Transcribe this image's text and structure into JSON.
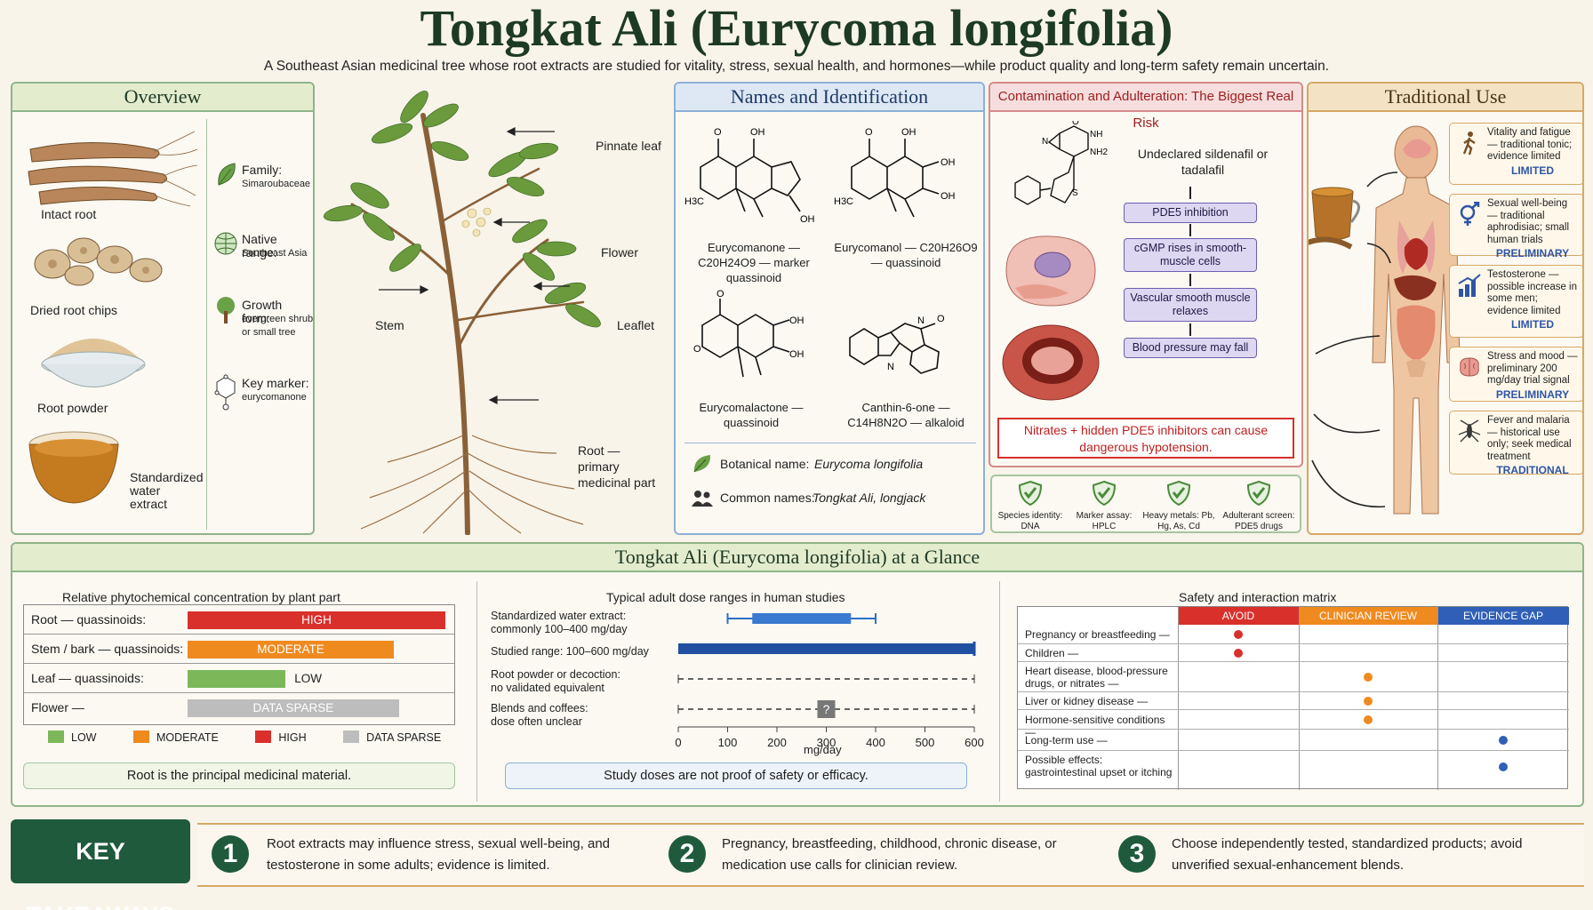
{
  "header": {
    "title": "Tongkat Ali (Eurycoma longifolia)",
    "subtitle": "A Southeast Asian medicinal tree whose root extracts are studied for vitality, stress, sexual health, and hormones—while product quality and long-term safety remain uncertain."
  },
  "overview": {
    "title": "Overview",
    "forms": [
      "Intact root",
      "Dried root chips",
      "Root powder",
      "Standardized water extract"
    ],
    "facts": [
      {
        "label": "Family:",
        "value": "Simaroubaceae",
        "icon": "leaf-icon"
      },
      {
        "label": "Native range:",
        "value": "Southeast Asia",
        "icon": "globe-icon"
      },
      {
        "label": "Growth form:",
        "value": "evergreen shrub or small tree",
        "icon": "tree-icon"
      },
      {
        "label": "Key marker:",
        "value": "eurycomanone",
        "icon": "molecule-icon"
      }
    ]
  },
  "plant": {
    "labels": {
      "pinnate_leaf": "Pinnate leaf",
      "flower": "Flower",
      "stem": "Stem",
      "leaflet": "Leaflet",
      "root": "Root — primary medicinal part"
    }
  },
  "names": {
    "title": "Names and Identification",
    "compounds": [
      {
        "caption": "Eurycomanone — C20H24O9 — marker quassinoid"
      },
      {
        "caption": "Eurycomanol — C20H26O9 — quassinoid"
      },
      {
        "caption": "Eurycomalactone — quassinoid"
      },
      {
        "caption": "Canthin-6-one — C14H8N2O — alkaloid"
      }
    ],
    "botanical_label": "Botanical name:",
    "botanical_value": "Eurycoma longifolia",
    "common_label": "Common names:",
    "common_value": "Tongkat Ali, longjack"
  },
  "contamination": {
    "title": "Contamination and Adulteration: The Biggest Real Risk",
    "undeclared": "Undeclared sildenafil or tadalafil",
    "steps": [
      "PDE5 inhibition",
      "cGMP rises in smooth-muscle cells",
      "Vascular smooth muscle relaxes",
      "Blood pressure may fall"
    ],
    "warning": "Nitrates + hidden PDE5 inhibitors can cause dangerous hypotension.",
    "checks": [
      "Species identity: DNA",
      "Marker assay: HPLC",
      "Heavy metals: Pb, Hg, As, Cd",
      "Adulterant screen: PDE5 drugs"
    ]
  },
  "traditional": {
    "title": "Traditional Use",
    "uses": [
      {
        "text": "Vitality and fatigue — traditional tonic; evidence limited",
        "level": "LIMITED",
        "icon": "walking-person-icon"
      },
      {
        "text": "Sexual well-being — traditional aphrodisiac; small human trials",
        "level": "PRELIMINARY",
        "icon": "gender-symbol-icon"
      },
      {
        "text": "Testosterone — possible increase in some men; evidence limited",
        "level": "LIMITED",
        "icon": "bar-chart-icon"
      },
      {
        "text": "Stress and mood — preliminary 200 mg/day trial signal",
        "level": "PRELIMINARY",
        "icon": "brain-icon"
      },
      {
        "text": "Fever and malaria — historical use only; seek medical treatment",
        "level": "TRADITIONAL",
        "icon": "mosquito-icon"
      }
    ]
  },
  "glance": {
    "title": "Tongkat Ali (Eurycoma longifolia) at a Glance",
    "concentration": {
      "title": "Relative  phytochemical concentration by plant part",
      "rows": [
        {
          "part": "Root — quassinoids:",
          "level": "HIGH",
          "fraction": 1.0,
          "color": "#d9302c"
        },
        {
          "part": "Stem / bark — quassinoids:",
          "level": "MODERATE",
          "fraction": 0.8,
          "color": "#ef8a1f"
        },
        {
          "part": "Leaf — quassinoids:",
          "level": "LOW",
          "fraction": 0.38,
          "color": "#7cb85a"
        },
        {
          "part": "Flower —",
          "level": "DATA SPARSE",
          "fraction": 0.82,
          "color": "#bdbdbd"
        }
      ],
      "legend": [
        {
          "label": "LOW",
          "color": "#7cb85a"
        },
        {
          "label": "MODERATE",
          "color": "#ef8a1f"
        },
        {
          "label": "HIGH",
          "color": "#d9302c"
        },
        {
          "label": "DATA SPARSE",
          "color": "#bdbdbd"
        }
      ],
      "note": "Root is the principal medicinal material."
    },
    "dose": {
      "title": "Typical adult dose ranges in human studies",
      "rows": [
        {
          "label": "Standardized water extract: commonly 100–400 mg/day",
          "kind": "box",
          "whisker": [
            100,
            400
          ],
          "box": [
            150,
            350
          ]
        },
        {
          "label": "Studied range:  100–600 mg/day",
          "kind": "bar",
          "range": [
            0,
            600
          ]
        },
        {
          "label": "Root powder or decoction: no validated equivalent",
          "kind": "dashed"
        },
        {
          "label": "Blends and coffees: dose often unclear",
          "kind": "dashed-q",
          "marker": 300,
          "marker_label": "?"
        }
      ],
      "ticks": [
        "0",
        "100",
        "200",
        "300",
        "400",
        "500",
        "600"
      ],
      "xlabel": "mg/day",
      "note": "Study doses are not proof of safety or efficacy."
    },
    "matrix": {
      "title": "Safety and interaction matrix",
      "columns": [
        {
          "label": "AVOID",
          "color": "#d9302c"
        },
        {
          "label": "CLINICIAN REVIEW",
          "color": "#ef8a1f"
        },
        {
          "label": "EVIDENCE GAP",
          "color": "#2f5fb6"
        }
      ],
      "rows": [
        {
          "label": "Pregnancy or breastfeeding —",
          "col": 0
        },
        {
          "label": "Children —",
          "col": 0
        },
        {
          "label": "Heart disease, blood-pressure drugs, or nitrates —",
          "col": 1
        },
        {
          "label": "Liver or kidney disease —",
          "col": 1
        },
        {
          "label": "Hormone-sensitive conditions —",
          "col": 1
        },
        {
          "label": "Long-term use —",
          "col": 2
        },
        {
          "label": "Possible effects: gastrointestinal upset or itching",
          "col": 2
        }
      ]
    }
  },
  "takeaways": {
    "title": "KEY TAKEAWAYS",
    "items": [
      {
        "num": "1",
        "text": "Root extracts may influence stress, sexual well-being, and testosterone in some adults; evidence is limited."
      },
      {
        "num": "2",
        "text": "Pregnancy, breastfeeding, childhood, chronic disease, or medication use calls for clinician review."
      },
      {
        "num": "3",
        "text": "Choose independently tested, standardized products; avoid unverified sexual-enhancement blends."
      }
    ]
  }
}
